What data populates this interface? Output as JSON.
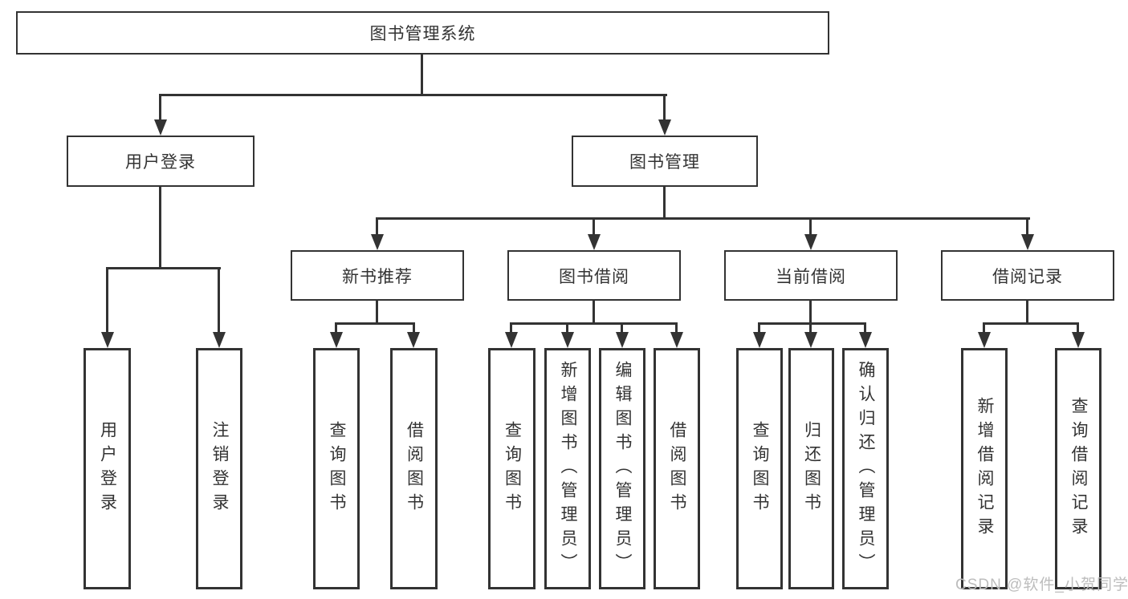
{
  "tree": {
    "label": "图书管理系统",
    "children": [
      {
        "label": "用户登录",
        "children": [
          {
            "label": "用户登录"
          },
          {
            "label": "注销登录"
          }
        ]
      },
      {
        "label": "图书管理",
        "children": [
          {
            "label": "新书推荐",
            "children": [
              {
                "label": "查询图书"
              },
              {
                "label": "借阅图书"
              }
            ]
          },
          {
            "label": "图书借阅",
            "children": [
              {
                "label": "查询图书"
              },
              {
                "label": "新增图书（管理员）"
              },
              {
                "label": "编辑图书（管理员）"
              },
              {
                "label": "借阅图书"
              }
            ]
          },
          {
            "label": "当前借阅",
            "children": [
              {
                "label": "查询图书"
              },
              {
                "label": "归还图书"
              },
              {
                "label": "确认归还（管理员）"
              }
            ]
          },
          {
            "label": "借阅记录",
            "children": [
              {
                "label": "新增借阅记录"
              },
              {
                "label": "查询借阅记录"
              }
            ]
          }
        ]
      }
    ]
  },
  "watermark": {
    "text": "CSDN @软件_小贺同学"
  },
  "colors": {
    "line": "#333333",
    "text": "#333333",
    "box_background": "#ffffff",
    "watermark": "#bdbdbd"
  }
}
